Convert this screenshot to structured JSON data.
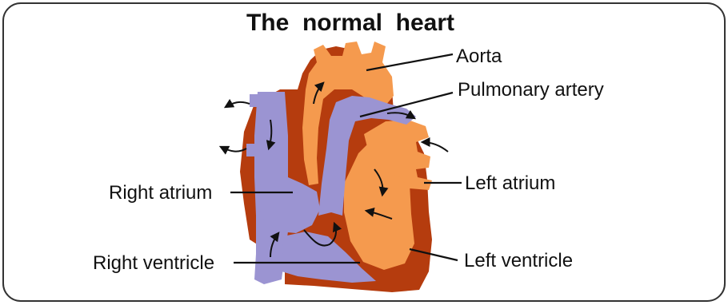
{
  "title": "The  normal  heart",
  "labels": {
    "aorta": "Aorta",
    "pulmonary_artery": "Pulmonary artery",
    "left_atrium": "Left atrium",
    "left_ventricle": "Left ventricle",
    "right_atrium": "Right atrium",
    "right_ventricle": "Right ventricle"
  },
  "colors": {
    "frame": "#333333",
    "oxygenated_blood": "#f59a4e",
    "deoxygenated_blood": "#9b94d2",
    "heart_wall": "#b53c0e"
  }
}
